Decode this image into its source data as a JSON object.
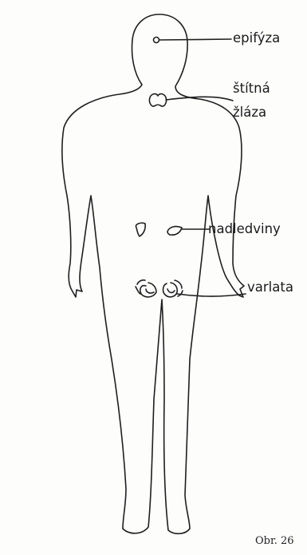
{
  "labels": {
    "epifyza": "epifýza",
    "stitna_line1": "štítná",
    "stitna_line2": "žláza",
    "nadledviny": "nadledviny",
    "varlata": "varlata"
  },
  "caption": "Obr. 26",
  "colors": {
    "ink": "#1a1a1a",
    "paper": "#fdfdfc"
  }
}
